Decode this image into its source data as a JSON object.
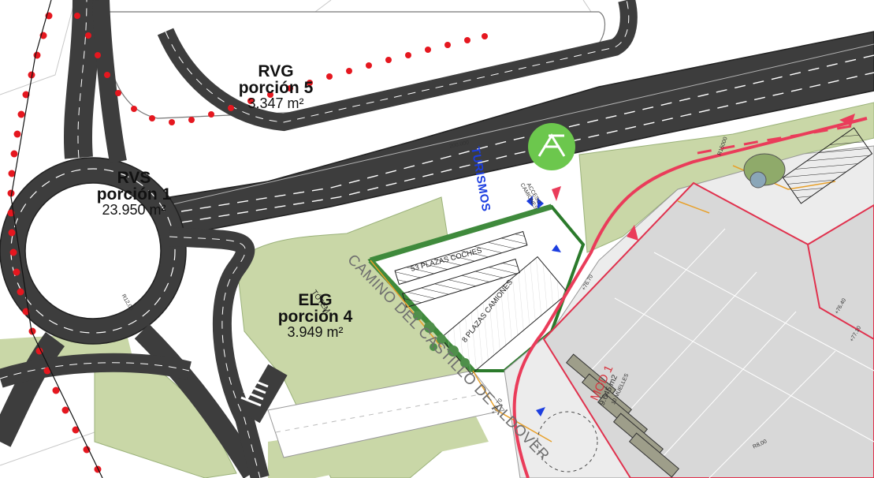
{
  "colors": {
    "road": "#3d3d3d",
    "road_edge": "#222222",
    "lane_mark": "#ffffff",
    "green": "#c9d7a7",
    "green_dark": "#8faa6a",
    "hedge": "#3f8a3c",
    "building": "#d8d8d8",
    "building_edge": "#e0314d",
    "circulation": "#ea3c5a",
    "utility_line": "#e8a02a",
    "boundary_dot": "#e5171f",
    "paving": "#ececec",
    "badge": "#6cc74d",
    "blue_label": "#1c3ee0"
  },
  "zones": {
    "rvg": {
      "name": "RVG",
      "portion": "porción 5",
      "area": "3.347 m²"
    },
    "rvs": {
      "name": "RVS",
      "portion": "porción 1",
      "area": "23.950 m²"
    },
    "elg": {
      "name": "ELG",
      "portion": "porción 4",
      "area": "3.949 m²"
    }
  },
  "labels": {
    "road_name": "CAMINO DEL CASTILLO DE ALDOVER",
    "turismos": "TURISMOS",
    "acceso_camiones": "ACCESO CAMIONES",
    "plazas_coches": "53 PLAZAS COCHES",
    "plazas_camiones": "8 PLAZAS CAMIONES",
    "totem": "TÓTEM",
    "mod_name": "MOD 1",
    "mod_area": "9.645 m2",
    "mod_docks": "10 MUELLES",
    "chainage_1": "200.000",
    "chainage_2": "R15000",
    "chainage_3": "R12,00",
    "chainage_4": "R8,00",
    "elev_1": "+76.70",
    "elev_2": "+76.40",
    "elev_3": "+76.70",
    "elev_4": "+77.10"
  },
  "icons": {
    "badge": "green-parking-badge-icon",
    "north": "arrow-marker-icon"
  }
}
